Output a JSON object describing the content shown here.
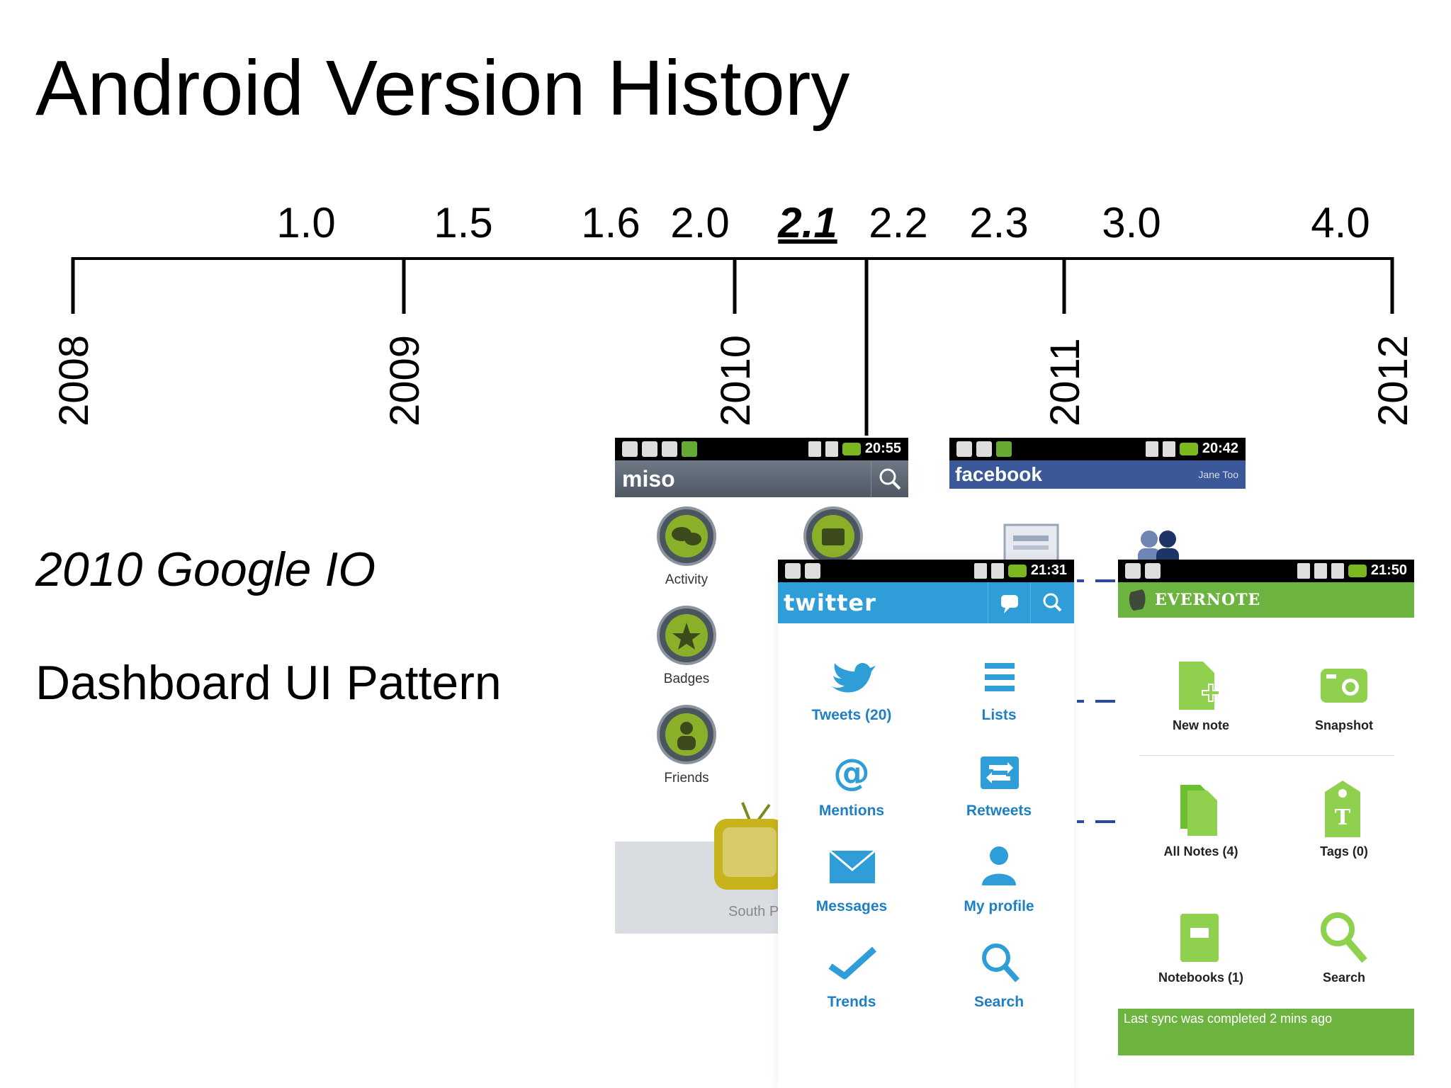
{
  "slide": {
    "title": "Android Version History",
    "subtitle_event": "2010 Google IO",
    "subtitle_pattern": "Dashboard UI Pattern"
  },
  "timeline": {
    "versions": [
      {
        "label": "1.0",
        "current": false
      },
      {
        "label": "1.5",
        "current": false
      },
      {
        "label": "1.6",
        "current": false
      },
      {
        "label": "2.0",
        "current": false
      },
      {
        "label": "2.1",
        "current": true
      },
      {
        "label": "2.2",
        "current": false
      },
      {
        "label": "2.3",
        "current": false
      },
      {
        "label": "3.0",
        "current": false
      },
      {
        "label": "4.0",
        "current": false
      }
    ],
    "years": [
      "2008",
      "2009",
      "2010",
      "2011",
      "2012"
    ]
  },
  "miso": {
    "time": "20:55",
    "brand": "miso",
    "tiles": [
      "Activity",
      "Badges",
      "Friends"
    ],
    "partial_text": "South P"
  },
  "facebook": {
    "time": "20:42",
    "brand": "facebook",
    "user": "Jane Too"
  },
  "twitter": {
    "time": "21:31",
    "brand": "twitter",
    "tiles": [
      "Tweets (20)",
      "Lists",
      "Mentions",
      "Retweets",
      "Messages",
      "My profile",
      "Trends",
      "Search"
    ],
    "color": "#2f9ed8"
  },
  "evernote": {
    "time": "21:50",
    "brand": "EVERNOTE",
    "tiles": [
      "New note",
      "Snapshot",
      "All Notes (4)",
      "Tags (0)",
      "Notebooks (1)",
      "Search"
    ],
    "footer": "Last sync was completed 2 mins ago",
    "color": "#6db33f"
  }
}
